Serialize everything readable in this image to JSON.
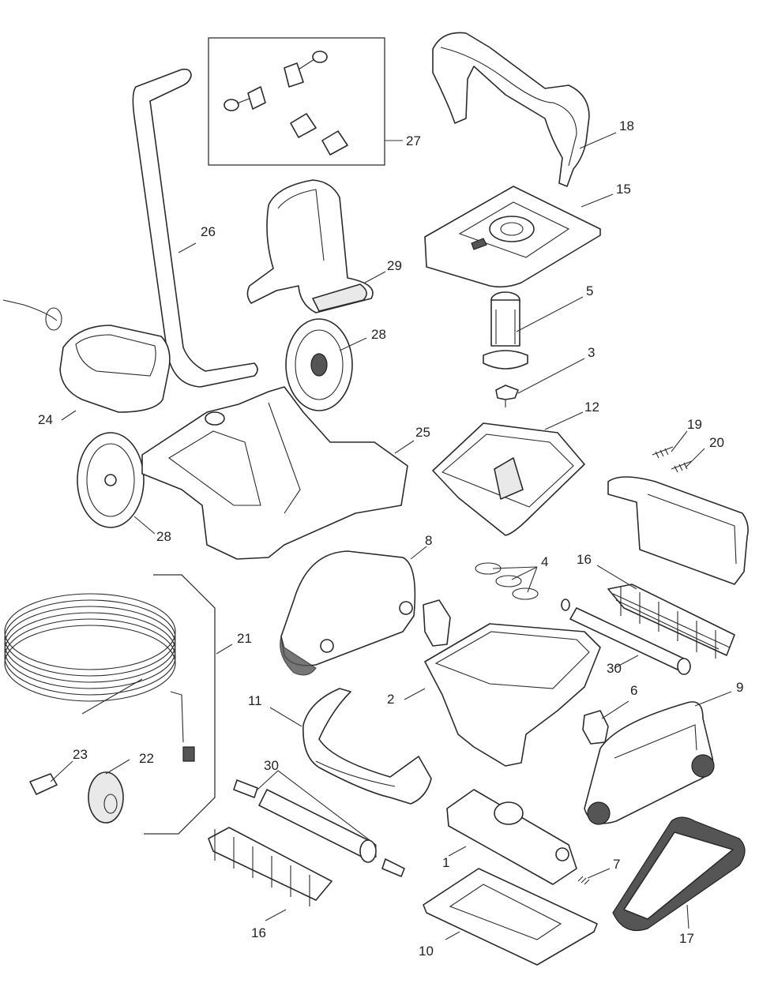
{
  "diagram": {
    "type": "exploded-parts-view",
    "subject": "robotic pool cleaner",
    "callouts": [
      {
        "id": "c1",
        "label": "1"
      },
      {
        "id": "c2",
        "label": "2"
      },
      {
        "id": "c3",
        "label": "3"
      },
      {
        "id": "c4",
        "label": "4"
      },
      {
        "id": "c5",
        "label": "5"
      },
      {
        "id": "c6",
        "label": "6"
      },
      {
        "id": "c7",
        "label": "7"
      },
      {
        "id": "c8",
        "label": "8"
      },
      {
        "id": "c9",
        "label": "9"
      },
      {
        "id": "c10",
        "label": "10"
      },
      {
        "id": "c11",
        "label": "11"
      },
      {
        "id": "c12",
        "label": "12"
      },
      {
        "id": "c15",
        "label": "15"
      },
      {
        "id": "c16a",
        "label": "16"
      },
      {
        "id": "c16b",
        "label": "16"
      },
      {
        "id": "c17",
        "label": "17"
      },
      {
        "id": "c18",
        "label": "18"
      },
      {
        "id": "c19",
        "label": "19"
      },
      {
        "id": "c20",
        "label": "20"
      },
      {
        "id": "c21",
        "label": "21"
      },
      {
        "id": "c22",
        "label": "22"
      },
      {
        "id": "c23",
        "label": "23"
      },
      {
        "id": "c24",
        "label": "24"
      },
      {
        "id": "c25",
        "label": "25"
      },
      {
        "id": "c26",
        "label": "26"
      },
      {
        "id": "c27",
        "label": "27"
      },
      {
        "id": "c28a",
        "label": "28"
      },
      {
        "id": "c28b",
        "label": "28"
      },
      {
        "id": "c29",
        "label": "29"
      },
      {
        "id": "c30a",
        "label": "30"
      },
      {
        "id": "c30b",
        "label": "30"
      }
    ]
  }
}
